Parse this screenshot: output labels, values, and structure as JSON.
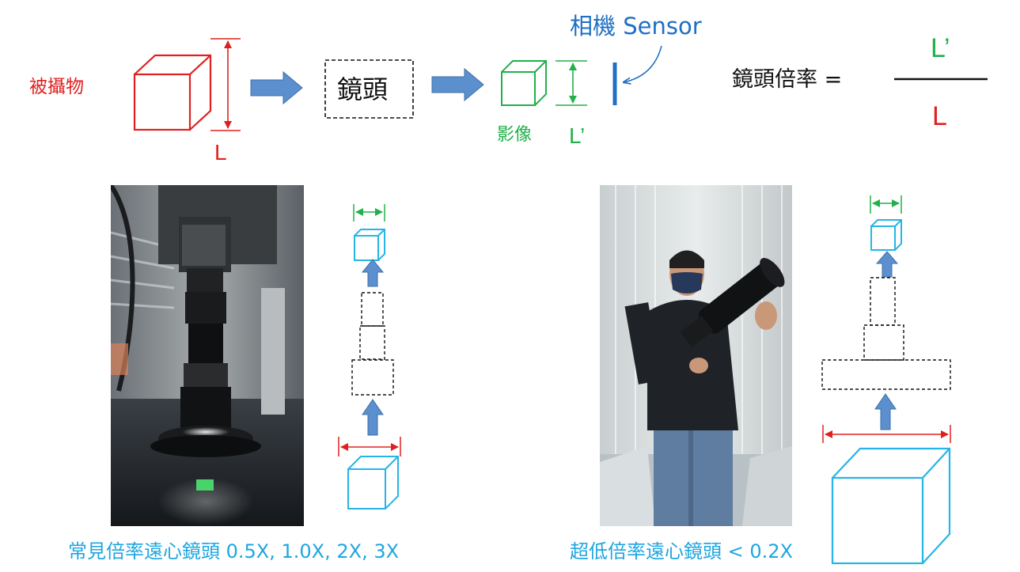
{
  "colors": {
    "object_red": "#e02020",
    "image_green": "#22b04a",
    "sensor_blue": "#1f6fc4",
    "arrow_blue": "#5b8fce",
    "cube_cyan": "#27b4e6",
    "caption_cyan": "#1ea6e0",
    "text_dark": "#111111"
  },
  "top_diagram": {
    "object_label": "被攝物",
    "object_size_label": "L",
    "lens_label": "鏡頭",
    "image_label": "影像",
    "image_size_label": "L’",
    "sensor_label": "相機 Sensor"
  },
  "formula": {
    "lhs": "鏡頭倍率 =",
    "numerator": "L’",
    "denominator": "L"
  },
  "left_example": {
    "caption": "常見倍率遠心鏡頭 0.5X, 1.0X, 2X, 3X"
  },
  "right_example": {
    "caption": "超低倍率遠心鏡頭 < 0.2X"
  }
}
